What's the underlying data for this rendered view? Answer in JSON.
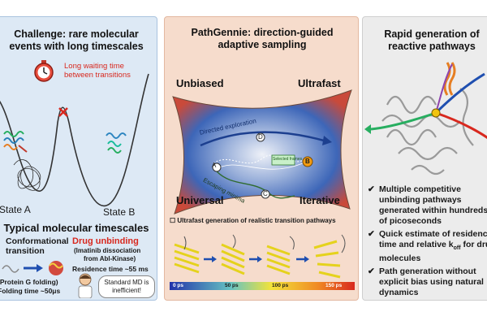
{
  "left_panel": {
    "title_line1": "Challenge: rare molecular",
    "title_line2": "events with long timescales",
    "waiting_line1": "Long waiting time",
    "waiting_line2": "between transitions",
    "state_a": "State A",
    "state_b": "State B",
    "timescales_title": "Typical molecular timescales",
    "conf_title_line1": "Conformational",
    "conf_title_line2": "transition",
    "conf_caption_line1": "(Protein G folding)",
    "conf_caption_line2": "Folding time ~50μs",
    "drug_title": "Drug unbinding",
    "drug_sub_line1": "(Imatinib dissociation",
    "drug_sub_line2": "from Abl-Kinase)",
    "drug_residence": "Residence time ~55 ms",
    "speech_line1": "Standard MD is",
    "speech_line2": "inefficient!"
  },
  "mid_panel": {
    "title_line1": "PathGennie: direction-guided",
    "title_line2": "adaptive sampling",
    "corner_tl": "Unbiased",
    "corner_tr": "Ultrafast",
    "corner_bl": "Universal",
    "corner_br": "Iterative",
    "directed_label": "Directed exploration",
    "escaping_label": "Escaping minima",
    "selected_label": "Selected frames",
    "node_labels": [
      "A",
      "B",
      "C",
      "D"
    ],
    "checkbox_glyph": "☐",
    "transition_line": "Ultrafast generation of realistic transition pathways",
    "timeline_ticks": [
      "0 ps",
      "50 ps",
      "100 ps",
      "150 ps"
    ]
  },
  "right_panel": {
    "title_line1": "Rapid generation of",
    "title_line2": "reactive pathways",
    "bullet_glyph": "✔",
    "bullets": [
      [
        "Multiple competitive",
        "unbinding pathways",
        "generated within hundreds",
        "of picoseconds"
      ],
      [
        "Quick estimate of residence",
        "time and relative k",
        "molecules"
      ],
      [
        "Path generation without",
        "explicit bias using natural",
        "dynamics"
      ]
    ],
    "koff_sub": "off",
    "koff_suffix": " for drug"
  },
  "colors": {
    "left_bg": "#dde9f5",
    "mid_bg": "#f6dccc",
    "right_bg": "#ececec",
    "accent_red": "#d8281e",
    "energy_surface_blue": "#3d66b8"
  }
}
